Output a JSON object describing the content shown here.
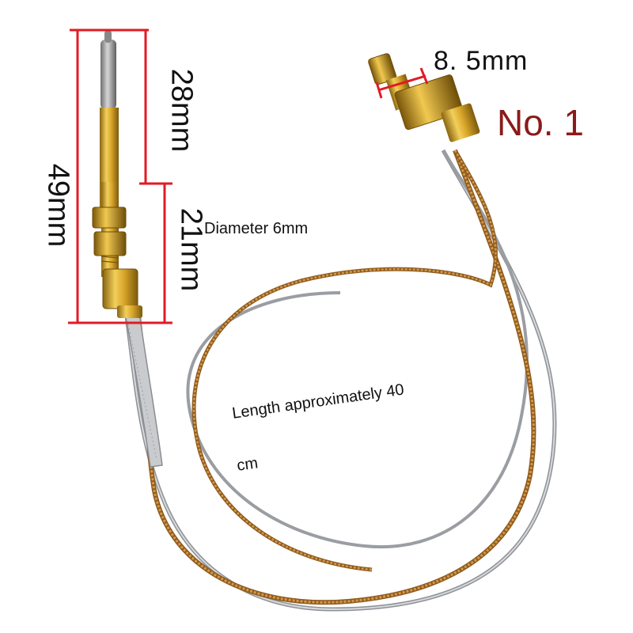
{
  "labels": {
    "tip_length": "28mm",
    "total_length": "49mm",
    "thread_length": "21mm",
    "diameter": "Diameter 6mm",
    "nut_size": "8. 5mm",
    "model": "No. 1",
    "cable_length_line1": "Length approximately 40",
    "cable_length_line2": "cm"
  },
  "colors": {
    "brass": "#d4a52c",
    "brass_dark": "#9a7414",
    "copper_cable": "#b8782e",
    "silver_cable": "#b9bcc0",
    "dimension_red": "#e01b24",
    "model_text": "#8b1a1a"
  }
}
